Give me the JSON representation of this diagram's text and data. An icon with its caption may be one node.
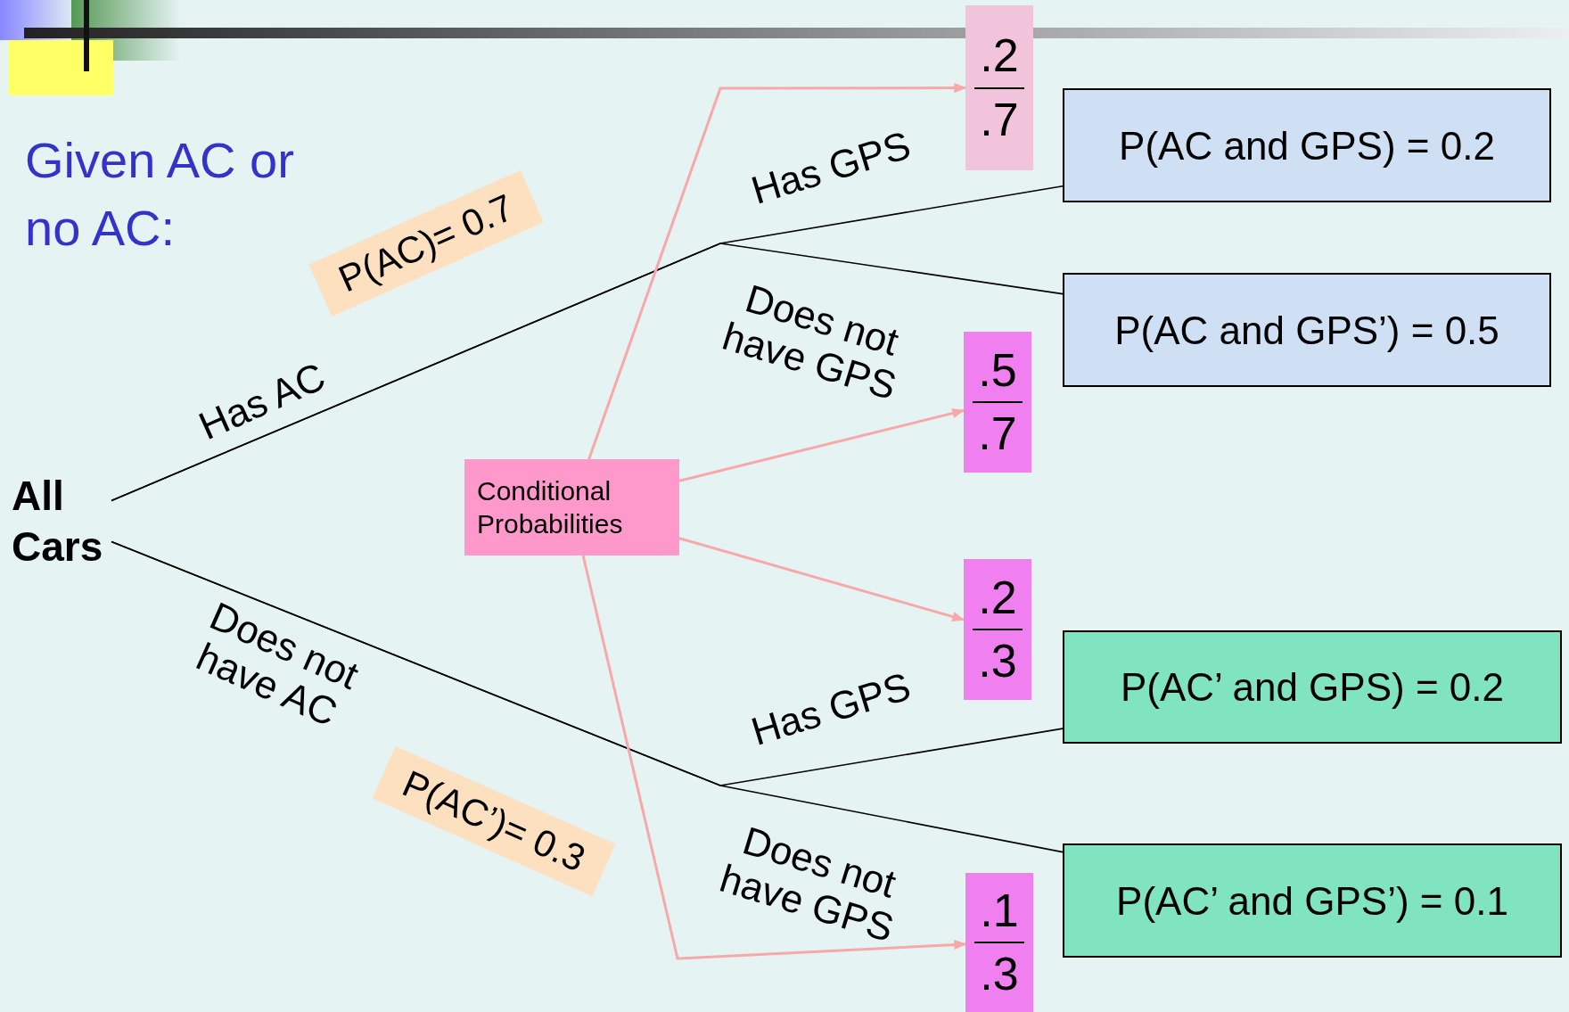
{
  "diagram": {
    "title": "Given AC or no AC:",
    "nodes": [
      {
        "text": [
          "All Cars"
        ]
      },
      {
        "text": [
          "P(AC)= 0.7"
        ]
      },
      {
        "text": [
          "P(AC’)= 0.3"
        ]
      },
      {
        "text": [
          "Conditional Probabilities"
        ]
      },
      {
        "text": [
          ".2",
          ".7"
        ]
      },
      {
        "text": [
          ".5",
          ".7"
        ]
      },
      {
        "text": [
          ".2",
          ".3"
        ]
      },
      {
        "text": [
          ".1",
          ".3"
        ]
      },
      {
        "text": [
          "P(AC and GPS) = 0.2"
        ]
      },
      {
        "text": [
          "P(AC and GPS’) = 0.5"
        ]
      },
      {
        "text": [
          "P(AC’ and GPS) = 0.2"
        ]
      },
      {
        "text": [
          "P(AC’ and GPS’) = 0.1"
        ]
      }
    ],
    "edges": [
      {
        "from": 0,
        "to": 8,
        "arrow": "none"
      },
      {
        "from": 0,
        "to": 9,
        "arrow": "none"
      },
      {
        "from": 0,
        "to": 10,
        "arrow": "none"
      },
      {
        "from": 0,
        "to": 11,
        "arrow": "none"
      },
      {
        "from": 3,
        "to": 4,
        "arrow": "to",
        "color": "#f8a8a8"
      },
      {
        "from": 3,
        "to": 5,
        "arrow": "to",
        "color": "#f8a8a8"
      },
      {
        "from": 3,
        "to": 6,
        "arrow": "to",
        "color": "#f8a8a8"
      },
      {
        "from": 3,
        "to": 7,
        "arrow": "to",
        "color": "#f8a8a8"
      }
    ],
    "labels": [
      "Has GPS",
      "Does not have GPS",
      "Has AC",
      "Does not have AC",
      "Has GPS",
      "Does not have GPS"
    ]
  }
}
